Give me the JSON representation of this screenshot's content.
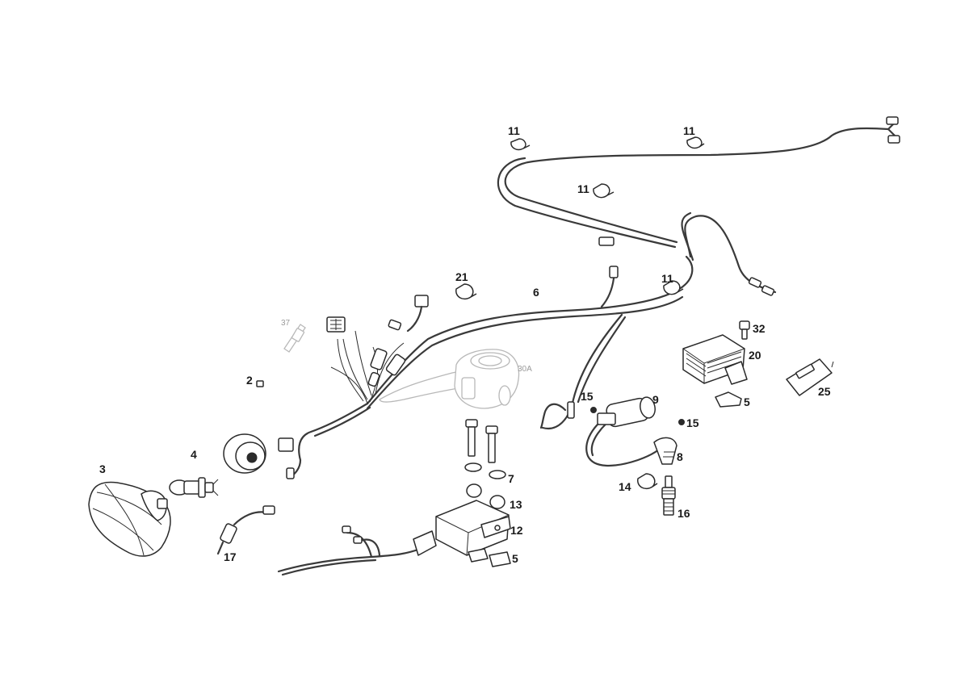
{
  "labels": {
    "l2": "2",
    "l3": "3",
    "l4": "4",
    "l5a": "5",
    "l5b": "5",
    "l6": "6",
    "l7": "7",
    "l8": "8",
    "l9": "9",
    "l11a": "11",
    "l11b": "11",
    "l11c": "11",
    "l11d": "11",
    "l12": "12",
    "l13": "13",
    "l14": "14",
    "l15a": "15",
    "l15b": "15",
    "l16": "16",
    "l17": "17",
    "l20": "20",
    "l21": "21",
    "l25": "25",
    "l32": "32",
    "l37": "37",
    "l30A": "30A"
  }
}
